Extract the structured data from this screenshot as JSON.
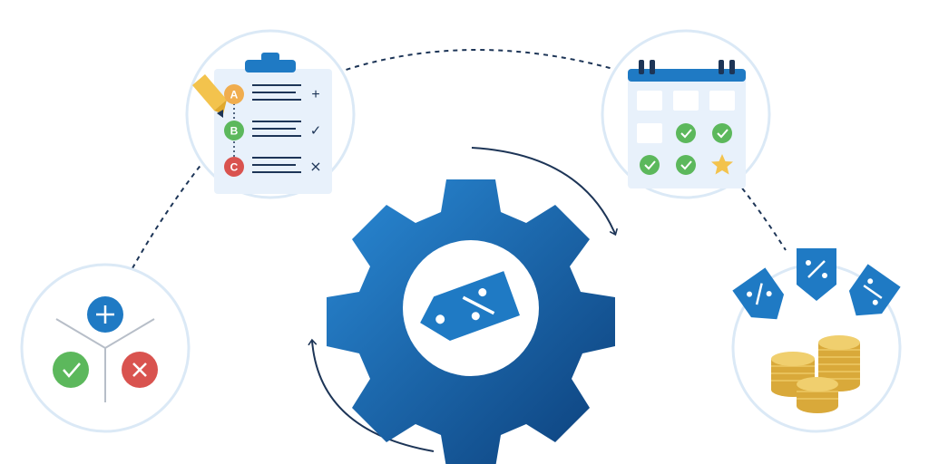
{
  "colors": {
    "primary_blue": "#1f7ac4",
    "dark_blue": "#0d4a87",
    "navy_line": "#1d3557",
    "circle_bg": "#ffffff",
    "circle_border": "#dbe9f6",
    "card_bg": "#e8f1fb",
    "green": "#5cb85c",
    "red": "#d9534f",
    "orange": "#f0ad4e",
    "gold": "#e8c15a",
    "pencil": "#f3c34d"
  },
  "icons": {
    "center": "gear-with-price-tag-icon",
    "top_left": "clipboard-checklist-icon",
    "top_right": "calendar-checks-icon",
    "left": "decision-branch-icon",
    "right": "price-tags-and-coins-icon"
  },
  "checklist": {
    "items": [
      {
        "letter": "A",
        "mark": "+"
      },
      {
        "letter": "B",
        "mark": "✓"
      },
      {
        "letter": "C",
        "mark": "×"
      }
    ]
  }
}
